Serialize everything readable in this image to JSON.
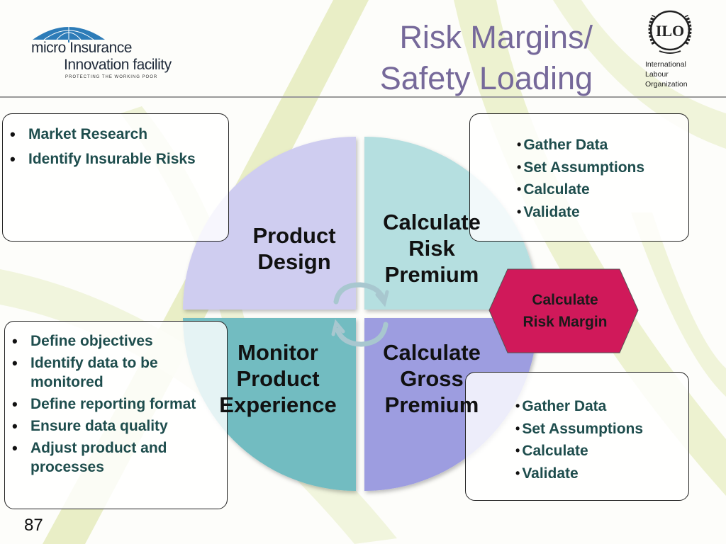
{
  "header": {
    "title_line1": "Risk Margins/",
    "title_line2": "Safety Loading",
    "logo_left": {
      "line1": "micro Insurance",
      "line2": "Innovation facility",
      "tagline": "PROTECTING THE WORKING POOR",
      "icon": "umbrella-icon"
    },
    "logo_right": {
      "icon": "ilo-emblem-icon",
      "line1": "International",
      "line2": "Labour",
      "line3": "Organization"
    }
  },
  "cycle": {
    "quadrants": [
      {
        "id": "product-design",
        "lines": [
          "Product",
          "Design"
        ],
        "color": "#cfcdf0"
      },
      {
        "id": "calculate-risk-premium",
        "lines": [
          "Calculate",
          "Risk",
          "Premium"
        ],
        "color": "#b5dfe0"
      },
      {
        "id": "monitor-product-experience",
        "lines": [
          "Monitor",
          "Product",
          "Experience"
        ],
        "color": "#72bcc1"
      },
      {
        "id": "calculate-gross-premium",
        "lines": [
          "Calculate",
          "Gross",
          "Premium"
        ],
        "color": "#9d9de0"
      }
    ],
    "center_icon": "cycle-arrows-icon"
  },
  "boxes": {
    "top_left": [
      "Market Research",
      "Identify Insurable Risks"
    ],
    "top_right": [
      "Gather Data",
      "Set Assumptions",
      "Calculate",
      "Validate"
    ],
    "bottom_left": [
      "Define objectives",
      "Identify data to be monitored",
      "Define reporting format",
      "Ensure data quality",
      "Adjust product and processes"
    ],
    "bottom_right": [
      "Gather Data",
      "Set Assumptions",
      "Calculate",
      "Validate"
    ]
  },
  "highlight": {
    "lines": [
      "Calculate",
      "Risk Margin"
    ],
    "color": "#d0195a"
  },
  "page_number": "87"
}
